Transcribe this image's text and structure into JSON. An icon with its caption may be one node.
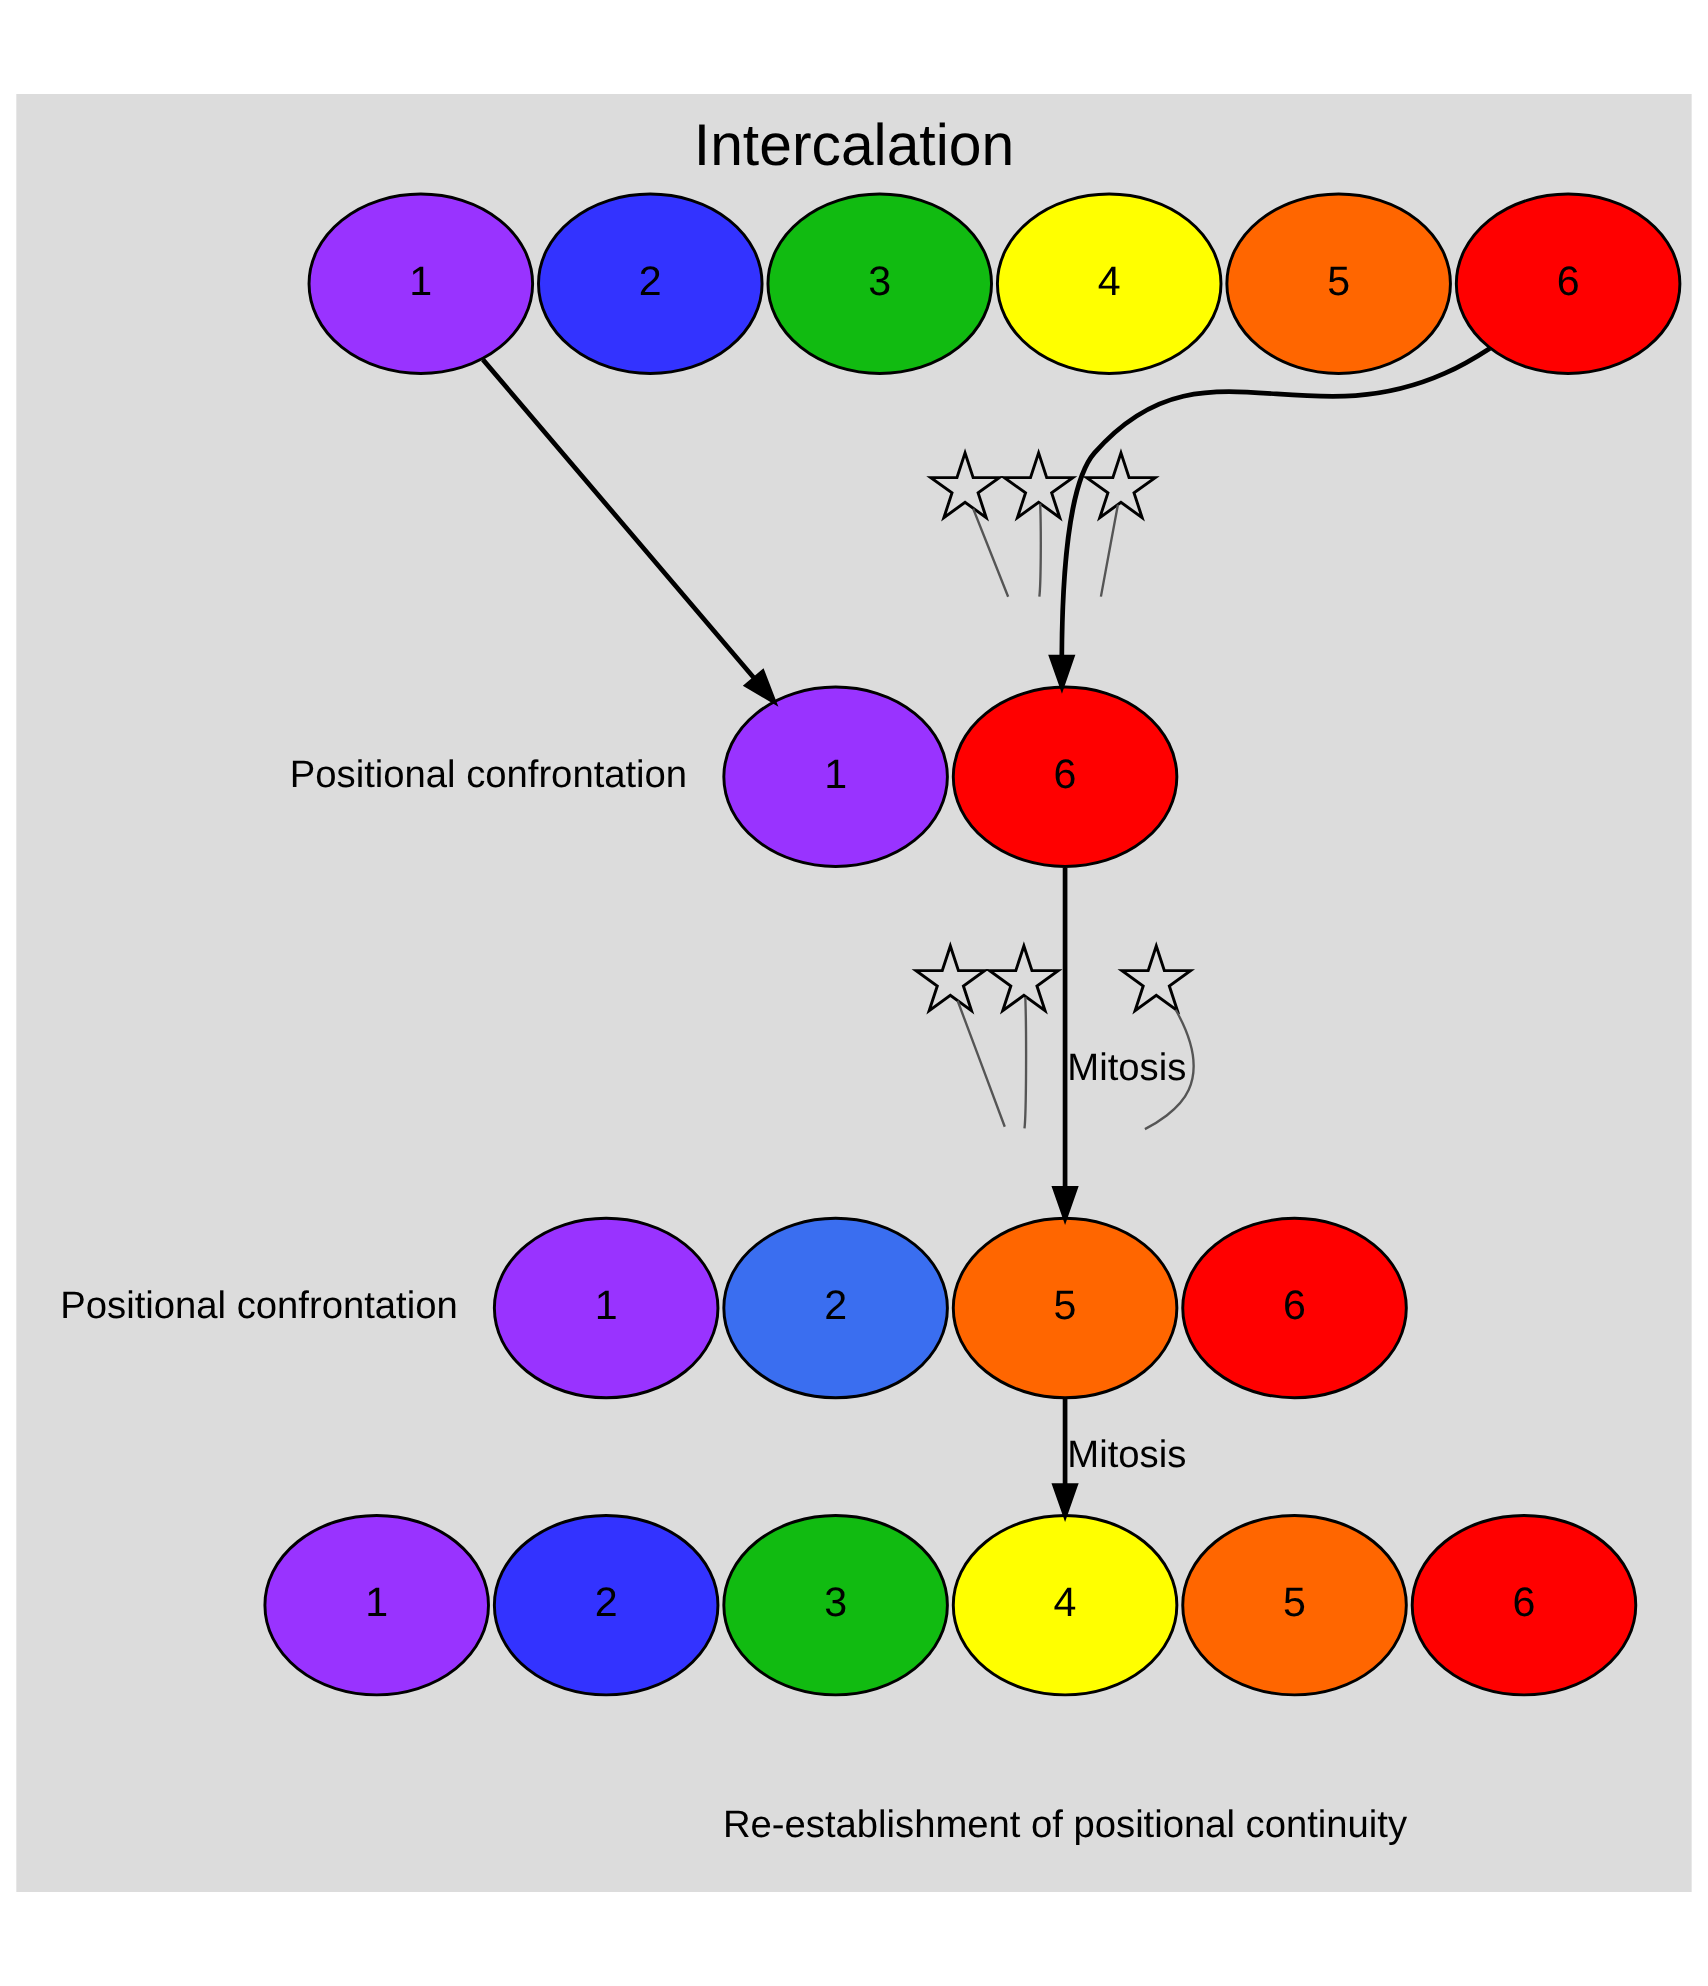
{
  "diagram": {
    "title": "Intercalation",
    "nodes": [
      {
        "text": [
          "1"
        ]
      },
      {
        "text": [
          "2"
        ]
      },
      {
        "text": [
          "3"
        ]
      },
      {
        "text": [
          "4"
        ]
      },
      {
        "text": [
          "5"
        ]
      },
      {
        "text": [
          "6"
        ]
      },
      {
        "text": [],
        "shape": "star"
      },
      {
        "text": [],
        "shape": "star"
      },
      {
        "text": [],
        "shape": "star"
      },
      {
        "text": [
          "1"
        ]
      },
      {
        "text": [
          "6"
        ]
      },
      {
        "text": [],
        "shape": "star"
      },
      {
        "text": [],
        "shape": "star"
      },
      {
        "text": [],
        "shape": "star"
      },
      {
        "text": [
          "1"
        ]
      },
      {
        "text": [
          "2"
        ]
      },
      {
        "text": [
          "5"
        ]
      },
      {
        "text": [
          "6"
        ]
      },
      {
        "text": [
          "1"
        ]
      },
      {
        "text": [
          "2"
        ]
      },
      {
        "text": [
          "3"
        ]
      },
      {
        "text": [
          "4"
        ]
      },
      {
        "text": [
          "5"
        ]
      },
      {
        "text": [
          "6"
        ]
      }
    ],
    "edges": [
      {
        "from": 0,
        "to": 9,
        "arrow": "to"
      },
      {
        "from": 5,
        "to": 10,
        "arrow": "to"
      },
      {
        "from": 6,
        "to": null,
        "arrow": "none"
      },
      {
        "from": 7,
        "to": null,
        "arrow": "none"
      },
      {
        "from": 8,
        "to": null,
        "arrow": "none"
      },
      {
        "from": 10,
        "to": 16,
        "arrow": "to",
        "label": "Mitosis"
      },
      {
        "from": 11,
        "to": null,
        "arrow": "none"
      },
      {
        "from": 12,
        "to": null,
        "arrow": "none"
      },
      {
        "from": 13,
        "to": null,
        "arrow": "none"
      },
      {
        "from": 16,
        "to": 21,
        "arrow": "to",
        "label": "Mitosis"
      }
    ],
    "labels": [
      "Positional confrontation",
      "Positional confrontation",
      "Re-establishment of positional continuity"
    ]
  }
}
